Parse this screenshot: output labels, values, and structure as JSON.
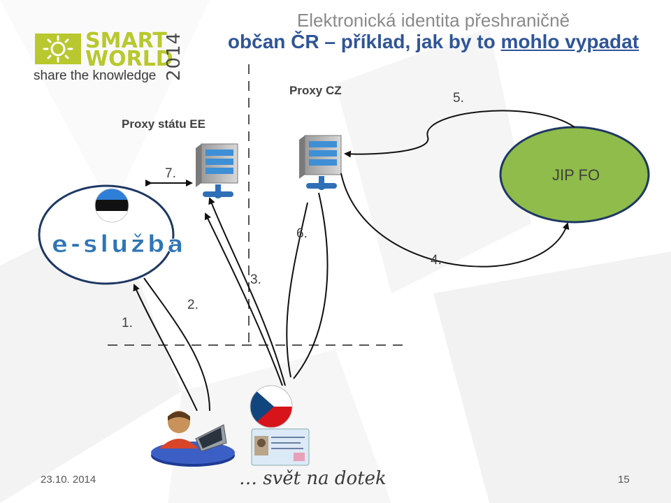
{
  "slide": {
    "title_line1": "Elektronická identita přeshraničně",
    "title_line2": "občan ČR – příklad, jak by to mohlo vypadat"
  },
  "logo": {
    "word1": "SMART",
    "word2": "WORLD",
    "year": "2014",
    "tagline": "share the knowledge"
  },
  "diagram": {
    "proxy_cz_label": "Proxy CZ",
    "proxy_ee_label": "Proxy státu EE",
    "eservice_label": "e-služba",
    "jip_label": "JIP FO",
    "steps": [
      "1.",
      "2.",
      "3.",
      "4.",
      "5.",
      "6.",
      "7."
    ]
  },
  "footer": {
    "date": "23.10. 2014",
    "motto": "… svět na dotek",
    "page": "15"
  },
  "colors": {
    "title_gray": "#8a8a8a",
    "title_blue": "#2f5597",
    "logo_green": "#b8c82e",
    "jip_fill": "#8fbc4a",
    "ellipse_stroke": "#1f3864",
    "eservice_blue": "#2e75b6"
  }
}
